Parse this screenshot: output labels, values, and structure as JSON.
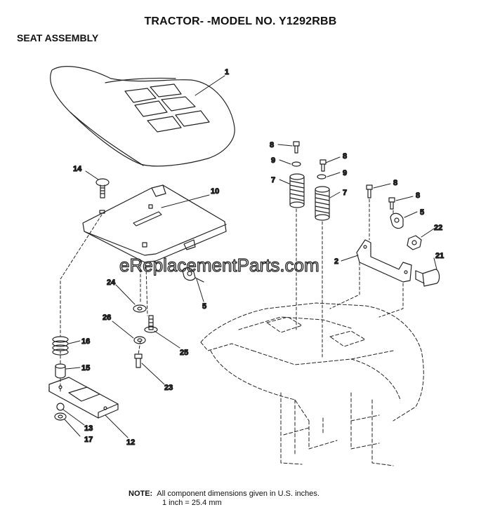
{
  "header": {
    "title": "TRACTOR- -MODEL NO. Y1292RBB",
    "subtitle": "SEAT ASSEMBLY"
  },
  "watermark": "eReplacementParts.com",
  "callouts": {
    "c1": "1",
    "c14": "14",
    "c10": "10",
    "c24": "24",
    "c5a": "5",
    "c26": "26",
    "c25": "25",
    "c23": "23",
    "c16": "16",
    "c15": "15",
    "c13": "13",
    "c17": "17",
    "c12": "12",
    "c8a": "8",
    "c9a": "9",
    "c7a": "7",
    "c8b": "8",
    "c9b": "9",
    "c7b": "7",
    "c8c": "8",
    "c8d": "8",
    "c5b": "5",
    "c22": "22",
    "c2": "2",
    "c21": "21"
  },
  "note": {
    "label": "NOTE:",
    "line1": "All component dimensions given in U.S. inches.",
    "line2": "1 inch = 25.4 mm"
  }
}
